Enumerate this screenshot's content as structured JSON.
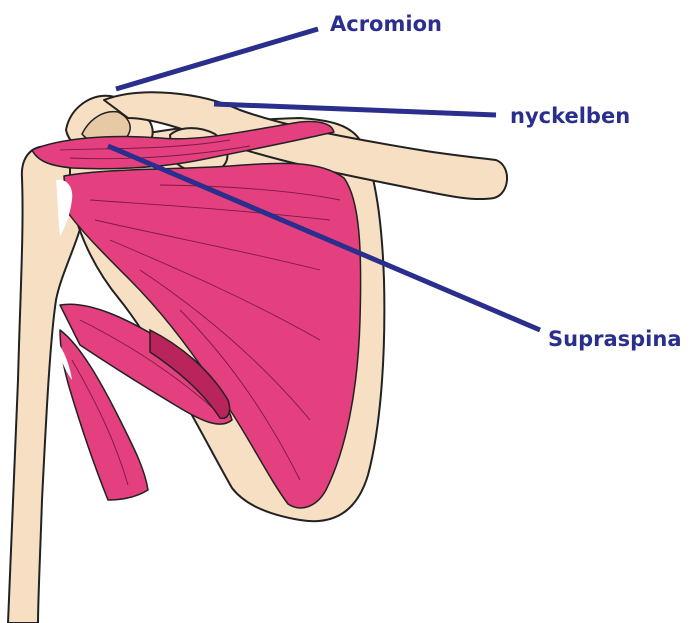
{
  "labels": {
    "acromion": "Acromion",
    "clavicle": "nyckelben",
    "supraspinatus": "Supraspina"
  },
  "colors": {
    "label": "#2a2e8c",
    "bone": "#f6dfc2",
    "muscle": "#e43f7e",
    "muscle_dark": "#b9245c",
    "outline": "#222222"
  }
}
